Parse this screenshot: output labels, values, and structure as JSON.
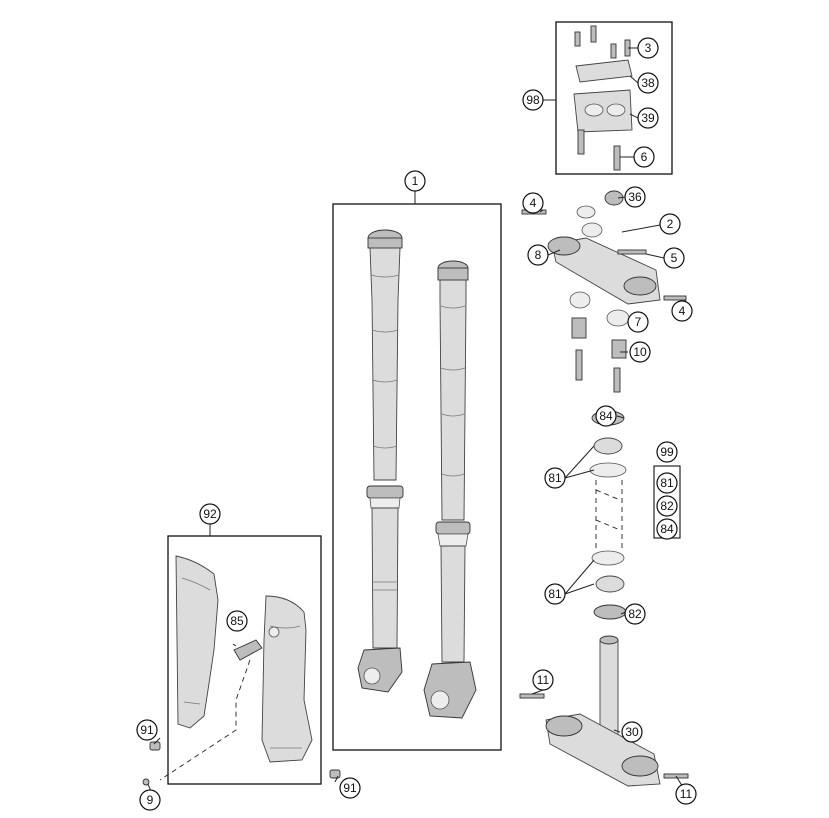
{
  "callouts": {
    "c1": "1",
    "c2": "2",
    "c3": "3",
    "c4a": "4",
    "c4b": "4",
    "c5": "5",
    "c6": "6",
    "c7": "7",
    "c8": "8",
    "c9": "9",
    "c10": "10",
    "c11a": "11",
    "c11b": "11",
    "c30": "30",
    "c36": "36",
    "c38": "38",
    "c39": "39",
    "c81a": "81",
    "c81b": "81",
    "c82": "82",
    "c84": "84",
    "c85": "85",
    "c91a": "91",
    "c91b": "91",
    "c92": "92",
    "c98": "98",
    "c99": "99",
    "k81": "81",
    "k82": "82",
    "k84": "84"
  }
}
